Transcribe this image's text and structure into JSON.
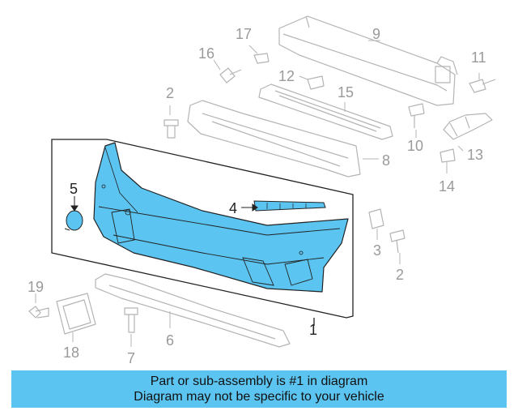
{
  "callouts": {
    "c1": "1",
    "c2a": "2",
    "c2b": "2",
    "c3": "3",
    "c4": "4",
    "c5": "5",
    "c6": "6",
    "c7": "7",
    "c8": "8",
    "c9": "9",
    "c10": "10",
    "c11": "11",
    "c12": "12",
    "c13": "13",
    "c14": "14",
    "c15": "15",
    "c16": "16",
    "c17": "17",
    "c18": "18",
    "c19": "19"
  },
  "banner": {
    "line1": "Part or sub-assembly is #1 in diagram",
    "line2": "Diagram may not be specific to your vehicle"
  },
  "colors": {
    "highlight_fill": "#5bc4f0",
    "banner_bg": "#5bc4f0",
    "line_gray": "#b4b4b4",
    "line_dark": "#222222"
  }
}
